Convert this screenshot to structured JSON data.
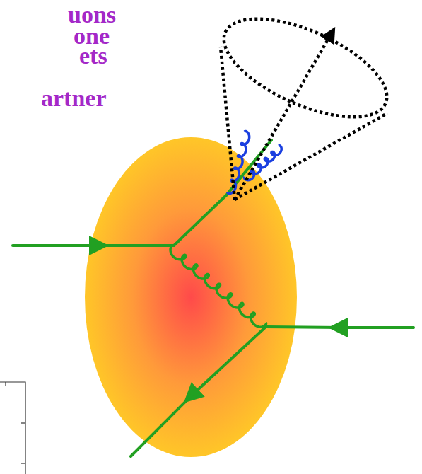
{
  "diagram": {
    "labels": [
      "uons",
      "one",
      "ets",
      "artner"
    ]
  }
}
